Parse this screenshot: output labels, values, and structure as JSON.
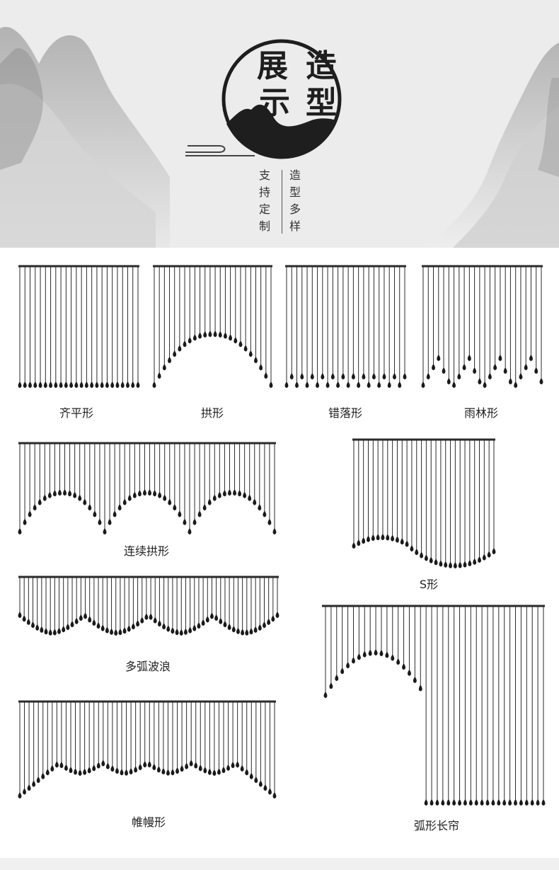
{
  "header": {
    "title_chars": [
      "展",
      "造",
      "示",
      "型"
    ],
    "tagline_left": "支持定制",
    "tagline_right": "造型多样"
  },
  "styles": [
    {
      "key": "flat",
      "label": "齐平形"
    },
    {
      "key": "arch",
      "label": "拱形"
    },
    {
      "key": "staggered",
      "label": "错落形"
    },
    {
      "key": "rain",
      "label": "雨林形"
    },
    {
      "key": "multi_arch",
      "label": "连续拱形"
    },
    {
      "key": "s_shape",
      "label": "S形"
    },
    {
      "key": "waves",
      "label": "多弧波浪"
    },
    {
      "key": "arc_long",
      "label": "弧形长帘"
    },
    {
      "key": "drape",
      "label": "帷幔形"
    }
  ],
  "colors": {
    "hero_bg": "#ececec",
    "strand": "#2a2a2a",
    "bead": "#1a1a1a"
  }
}
